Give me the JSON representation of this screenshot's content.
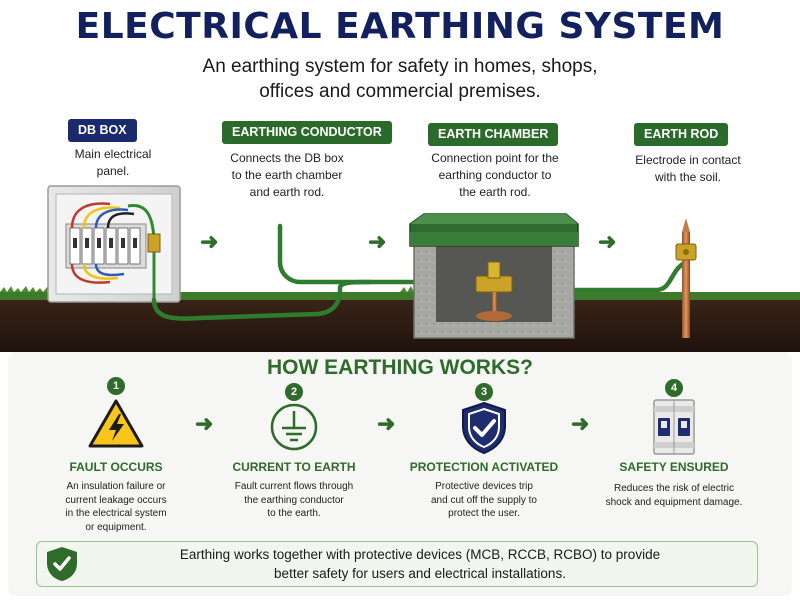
{
  "header": {
    "title": "ELECTRICAL EARTHING SYSTEM",
    "subtitle_line1": "An earthing system for safety in homes, shops,",
    "subtitle_line2": "offices and commercial premises."
  },
  "components": [
    {
      "label": "DB BOX",
      "desc_line1": "Main electrical",
      "desc_line2": "panel.",
      "desc_line3": ""
    },
    {
      "label": "EARTHING CONDUCTOR",
      "desc_line1": "Connects the DB box",
      "desc_line2": "to the earth chamber",
      "desc_line3": "and earth rod."
    },
    {
      "label": "EARTH CHAMBER",
      "desc_line1": "Connection point for the",
      "desc_line2": "earthing conductor to",
      "desc_line3": "the earth rod."
    },
    {
      "label": "EARTH ROD",
      "desc_line1": "Electrode in contact",
      "desc_line2": "with the soil.",
      "desc_line3": ""
    }
  ],
  "how": {
    "title": "HOW EARTHING WORKS?",
    "steps": [
      {
        "num": "1",
        "title": "FAULT OCCURS",
        "icon": "warning-icon",
        "d1": "An insulation failure or",
        "d2": "current leakage occurs",
        "d3": "in the electrical system",
        "d4": "or equipment."
      },
      {
        "num": "2",
        "title": "CURRENT TO EARTH",
        "icon": "ground-icon",
        "d1": "Fault current flows through",
        "d2": "the earthing conductor",
        "d3": "to the earth.",
        "d4": ""
      },
      {
        "num": "3",
        "title": "PROTECTION ACTIVATED",
        "icon": "shield-check-icon",
        "d1": "Protective devices trip",
        "d2": "and cut off the supply to",
        "d3": "protect the user.",
        "d4": ""
      },
      {
        "num": "4",
        "title": "SAFETY ENSURED",
        "icon": "breaker-icon",
        "d1": "Reduces the risk of electric",
        "d2": "shock and equipment damage.",
        "d3": "",
        "d4": ""
      }
    ]
  },
  "note": {
    "line1": "Earthing works together with protective devices (MCB, RCCB, RCBO) to provide",
    "line2": "better safety for users and electrical installations."
  },
  "colors": {
    "navy": "#13205e",
    "green": "#2f6b2a",
    "soil": "#2a1a12",
    "grass": "#3f7a2a"
  }
}
